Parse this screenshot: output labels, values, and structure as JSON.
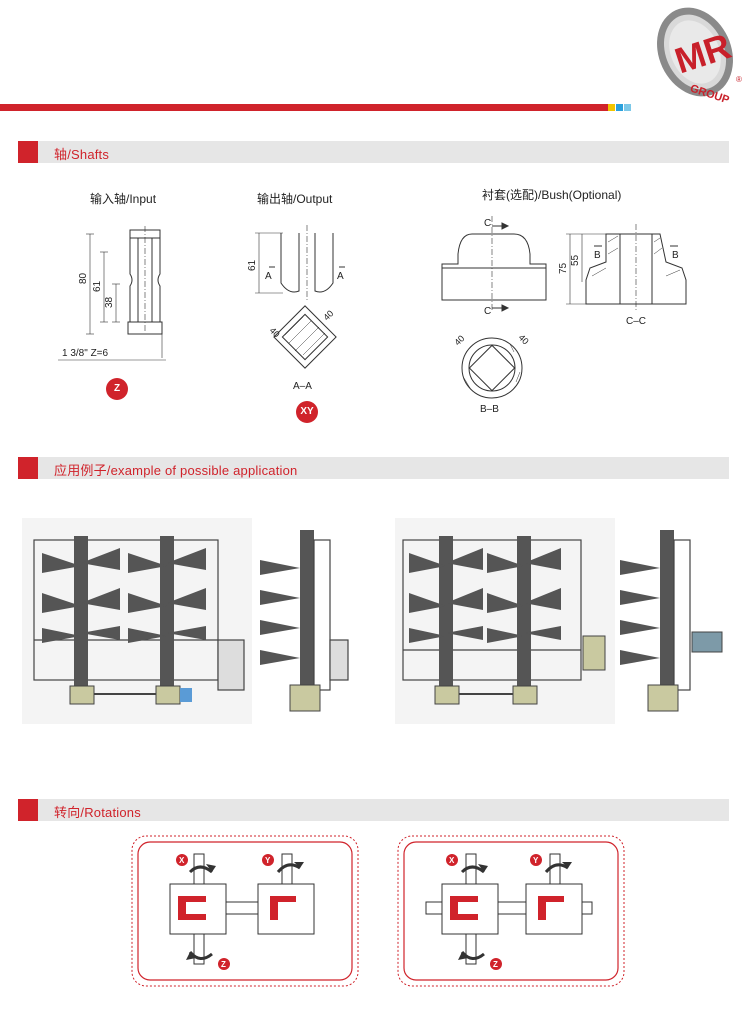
{
  "logo": {
    "text": "MR",
    "ring_text": "GROUP",
    "registered": "®"
  },
  "colors": {
    "accent": "#d0232b",
    "bar": "#e6e6e6"
  },
  "sections": {
    "shafts": "轴/Shafts",
    "application": "应用例子/example of possible application",
    "rotations": "转向/Rotations"
  },
  "shafts": {
    "input": {
      "caption": "输入轴/Input",
      "dims": [
        "80",
        "61",
        "38"
      ],
      "spec": "1 3/8\" Z=6",
      "badge": "Z"
    },
    "output": {
      "caption": "输出轴/Output",
      "dim_height": "61",
      "section_mark": "A",
      "dims_square": [
        "40",
        "40"
      ],
      "section_label": "A–A",
      "badge": "XY"
    },
    "bush": {
      "caption": "衬套(选配)/Bush(Optional)",
      "mark_c": "C",
      "mark_b": "B",
      "dims": [
        "75",
        "55"
      ],
      "section_cc": "C–C",
      "dims_square": [
        "40",
        "40"
      ],
      "section_bb": "B–B"
    }
  },
  "rotations": {
    "labels": [
      "X",
      "Y",
      "Z"
    ]
  }
}
